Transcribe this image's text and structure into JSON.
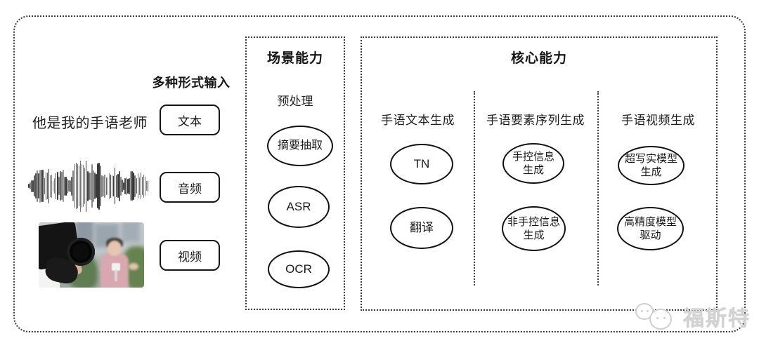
{
  "input_section": {
    "label": "多种形式输入",
    "sample_text": "他是我的手语老师",
    "input_types": [
      {
        "label": "文本"
      },
      {
        "label": "音频"
      },
      {
        "label": "视频"
      }
    ]
  },
  "scene_box": {
    "title": "场景能力",
    "subtitle": "预处理",
    "nodes": [
      "摘要抽取",
      "ASR",
      "OCR"
    ]
  },
  "core_box": {
    "title": "核心能力",
    "columns": [
      {
        "header": "手语文本生成",
        "nodes": [
          "TN",
          "翻译"
        ]
      },
      {
        "header": "手语要素序列生成",
        "nodes": [
          "手控信息\n生成",
          "非手控信息\n生成"
        ]
      },
      {
        "header": "手语视频生成",
        "nodes": [
          "超写实模型\n生成",
          "高精度模型\n驱动"
        ]
      }
    ]
  },
  "watermark": {
    "text": "福斯特"
  },
  "colors": {
    "ink": "#1e1e1e",
    "line": "#141414",
    "watermark_gray": "#cccccc",
    "background": "#ffffff"
  }
}
